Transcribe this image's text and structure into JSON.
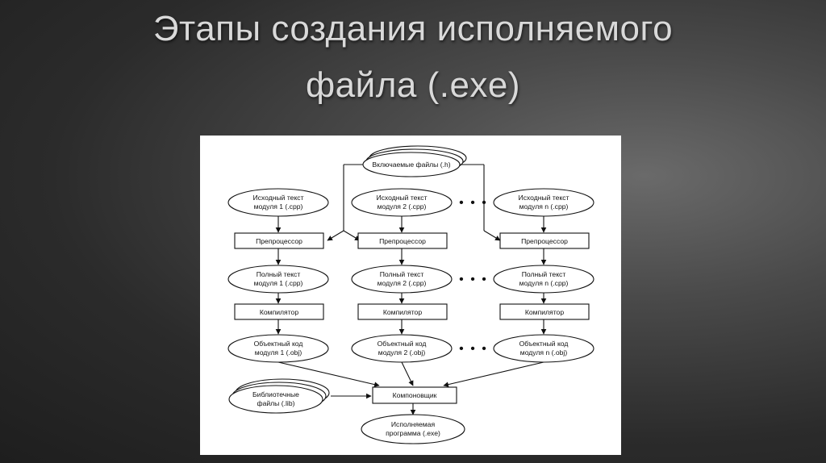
{
  "slide": {
    "title_line_1": "Этапы создания исполняемого",
    "title_line_2": "файла (.exe)"
  },
  "diagram": {
    "include_files": "Включаемые файлы (.h)",
    "modules": [
      {
        "source_1": "Исходный текст",
        "source_2": "модуля 1 (.cpp)",
        "preprocessor": "Препроцессор",
        "full_1": "Полный текст",
        "full_2": "модуля 1 (.cpp)",
        "compiler": "Компилятор",
        "object_1": "Объектный код",
        "object_2": "модуля 1 (.obj)"
      },
      {
        "source_1": "Исходный текст",
        "source_2": "модуля 2 (.cpp)",
        "preprocessor": "Препроцессор",
        "full_1": "Полный текст",
        "full_2": "модуля 2 (.cpp)",
        "compiler": "Компилятор",
        "object_1": "Объектный код",
        "object_2": "модуля 2 (.obj)"
      },
      {
        "source_1": "Исходный текст",
        "source_2": "модуля n (.cpp)",
        "preprocessor": "Препроцессор",
        "full_1": "Полный текст",
        "full_2": "модуля n (.cpp)",
        "compiler": "Компилятор",
        "object_1": "Объектный код",
        "object_2": "модуля n (.obj)"
      }
    ],
    "ellipsis": "• • •",
    "libraries_1": "Библиотечные",
    "libraries_2": "файлы (.lib)",
    "linker": "Компоновщик",
    "executable_1": "Исполняемая",
    "executable_2": "программа (.exe)"
  }
}
